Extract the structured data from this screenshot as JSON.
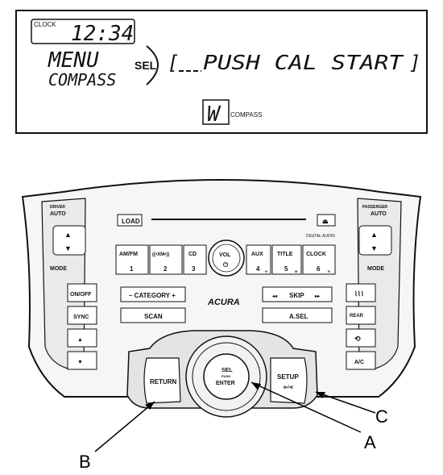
{
  "display": {
    "clock_label": "CLOCK",
    "time": "12:34",
    "menu": "MENU",
    "compass_mode": "COMPASS",
    "sel": "SEL",
    "message": "PUSH CAL START",
    "heading": "W",
    "heading_label": "COMPASS"
  },
  "radio": {
    "load": "LOAD",
    "eject_icon": "eject-icon",
    "driver_label": "DRIVER",
    "auto_left": "AUTO",
    "passenger_label": "PASSENGER",
    "auto_right": "AUTO",
    "cd_logo": "DIGITAL AUDIO",
    "presets": [
      {
        "top": "AM/FM",
        "num": "1"
      },
      {
        "top": "((•XM•))",
        "num": "2"
      },
      {
        "top": "CD",
        "num": "3"
      },
      {
        "top": "AUX",
        "num": "4"
      },
      {
        "top": "TITLE",
        "num": "5"
      },
      {
        "top": "CLOCK",
        "num": "6"
      }
    ],
    "preset_sub": [
      "H",
      "M",
      "R"
    ],
    "vol": "VOL",
    "power_icon": "⏻",
    "category": "– CATEGORY +",
    "skip": "SKIP",
    "skip_prev": "◂◂",
    "skip_next": "▸▸",
    "scan": "SCAN",
    "asel": "A.SEL",
    "brand": "ACURA",
    "mode_left": "MODE",
    "mode_right": "MODE",
    "on_off": "ON/OFF",
    "sync": "SYNC",
    "fan_up": "▲",
    "fan_down": "▼",
    "rear": "REAR",
    "ac": "A/C",
    "return": "RETURN",
    "sel_enter_top": "SEL",
    "sel_enter_mid": "PUSH",
    "sel_enter_bottom": "ENTER",
    "setup": "SETUP"
  },
  "callouts": {
    "a": "A",
    "b": "B",
    "c": "C"
  }
}
